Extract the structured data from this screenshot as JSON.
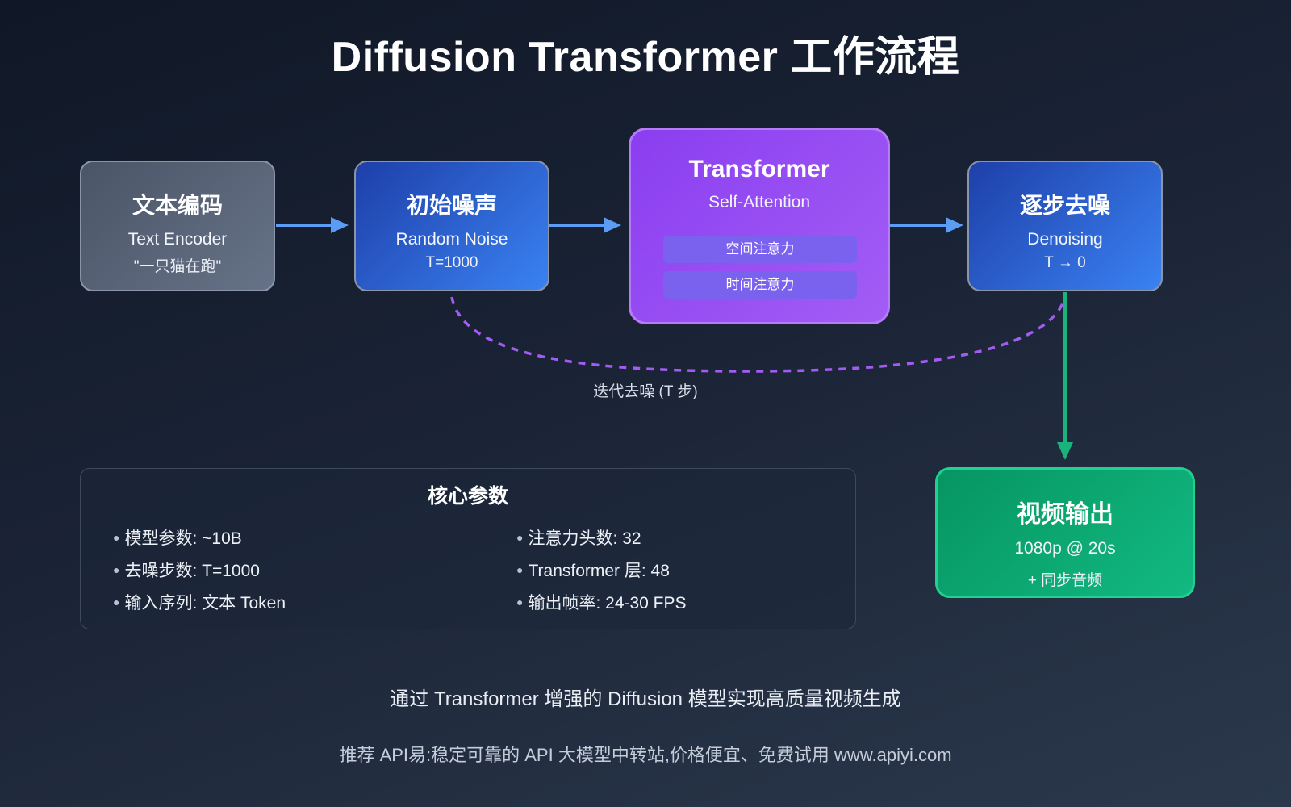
{
  "title": "Diffusion Transformer 工作流程",
  "nodes": {
    "text_encoder": {
      "title": "文本编码",
      "sub": "Text Encoder",
      "sub2": "\"一只猫在跑\""
    },
    "random_noise": {
      "title": "初始噪声",
      "sub": "Random Noise",
      "sub2": "T=1000"
    },
    "transformer": {
      "title": "Transformer",
      "sub": "Self-Attention",
      "pills": [
        "空间注意力",
        "时间注意力"
      ]
    },
    "denoising": {
      "title": "逐步去噪",
      "sub": "Denoising",
      "sub2": "T → 0"
    },
    "video_output": {
      "title": "视频输出",
      "sub": "1080p @ 20s",
      "sub2": "+ 同步音频"
    }
  },
  "loop_label": "迭代去噪 (T 步)",
  "params": {
    "title": "核心参数",
    "left": [
      "模型参数: ~10B",
      "去噪步数: T=1000",
      "输入序列: 文本 Token"
    ],
    "right": [
      "注意力头数: 32",
      "Transformer 层: 48",
      "输出帧率: 24-30 FPS"
    ]
  },
  "footer": {
    "summary": "通过 Transformer 增强的 Diffusion 模型实现高质量视频生成",
    "promo": "推荐 API易:稳定可靠的 API 大模型中转站,价格便宜、免费试用 www.apiyi.com"
  },
  "colors": {
    "arrow_blue": "#5b9cf5",
    "loop_purple": "#a35cf2",
    "arrow_green": "#18b47c"
  }
}
